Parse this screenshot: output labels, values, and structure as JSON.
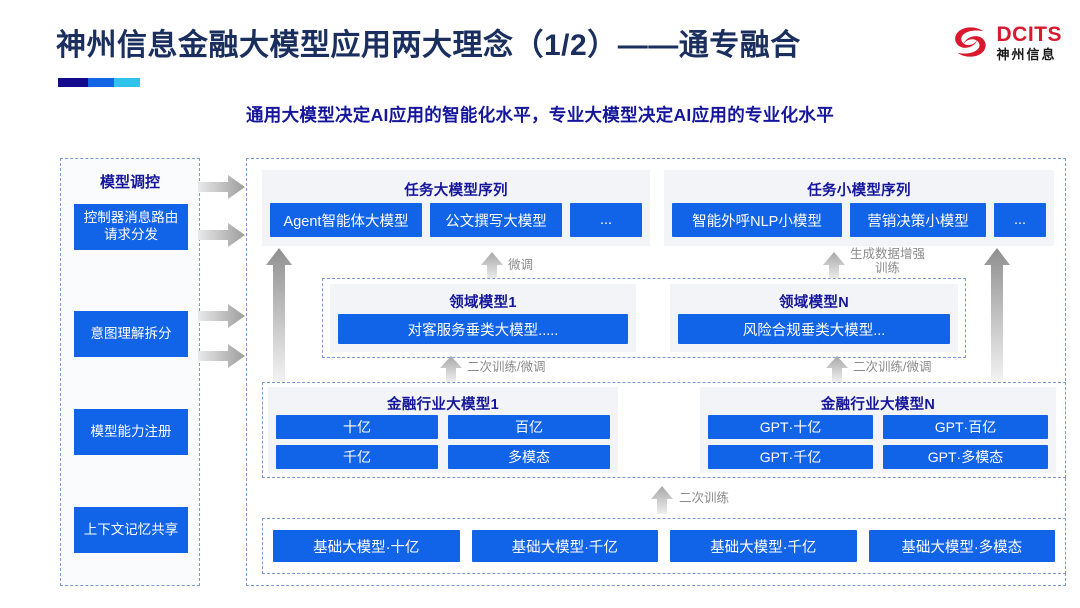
{
  "header": {
    "title": "神州信息金融大模型应用两大理念（1/2）——通专融合",
    "subtitle": "通用大模型决定AI应用的智能化水平，专业大模型决定AI应用的专业化水平",
    "logo_en": "DCITS",
    "logo_cn": "神州信息",
    "accent_colors": [
      "#140a8c",
      "#1464e6",
      "#2fc3ec"
    ],
    "title_color": "#1b2f5e",
    "subtitle_color": "#15169b",
    "brand_red": "#d8192e"
  },
  "theme": {
    "box_blue": "#1163e8",
    "panel_grey": "#f2f4f8",
    "dashed_border": "#7d9ad0",
    "arrow_grey": "#9a9a9a"
  },
  "left_column": {
    "title": "模型调控",
    "items": [
      {
        "label": "控制器消息路由请求分发"
      },
      {
        "label": "意图理解拆分"
      },
      {
        "label": "模型能力注册"
      },
      {
        "label": "上下文记忆共享"
      }
    ]
  },
  "task_groups": [
    {
      "title": "任务大模型序列",
      "items": [
        "Agent智能体大模型",
        "公文撰写大模型",
        "..."
      ]
    },
    {
      "title": "任务小模型序列",
      "items": [
        "智能外呼NLP小模型",
        "营销决策小模型",
        "..."
      ]
    }
  ],
  "domain_groups": [
    {
      "title": "领域模型1",
      "item": "对客服务垂类大模型....."
    },
    {
      "title": "领域模型N",
      "item": "风险合规垂类大模型..."
    }
  ],
  "industry_groups": [
    {
      "title": "金融行业大模型1",
      "items": [
        "十亿",
        "百亿",
        "千亿",
        "多模态"
      ]
    },
    {
      "title": "金融行业大模型N",
      "items": [
        "GPT·十亿",
        "GPT·百亿",
        "GPT·千亿",
        "GPT·多模态"
      ]
    }
  ],
  "base_models": [
    "基础大模型·十亿",
    "基础大模型·千亿",
    "基础大模型·千亿",
    "基础大模型·多模态"
  ],
  "arrow_labels": {
    "finetune": "微调",
    "data_aug_line1": "生成数据增强",
    "data_aug_line2": "训练",
    "retrain_finetune_left": "二次训练/微调",
    "retrain_finetune_right": "二次训练/微调",
    "retrain": "二次训练"
  }
}
